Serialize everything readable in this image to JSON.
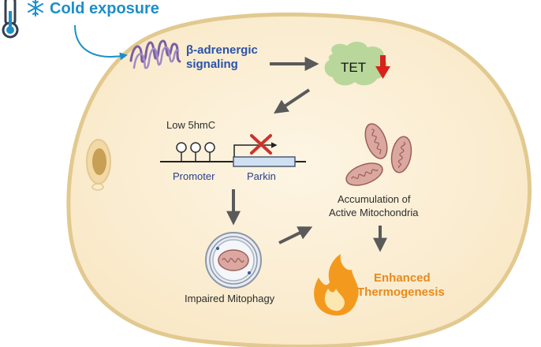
{
  "title": "Cold exposure",
  "signaling": {
    "line1": "β-adrenergic",
    "line2": "signaling"
  },
  "tet": {
    "label": "TET"
  },
  "methylation": {
    "label": "Low 5hmC"
  },
  "gene": {
    "promoter": "Promoter",
    "parkin": "Parkin"
  },
  "mitophagy": {
    "label": "Impaired Mitophagy"
  },
  "accumulation": {
    "line1": "Accumulation of",
    "line2": "Active Mitochondria"
  },
  "thermogenesis": {
    "line1": "Enhanced",
    "line2": "Thermogenesis"
  },
  "colors": {
    "cell_fill": "#fbefd6",
    "cell_border": "#e2c98f",
    "title_blue": "#1b8fc9",
    "signal_blue": "#2b52a8",
    "tet_green": "#b9d79b",
    "down_arrow_red": "#d9221c",
    "cross_red": "#c8352e",
    "mito_fill": "#dba8a1",
    "flame_orange": "#f39a1e",
    "thermo_orange": "#e88a1c",
    "arrow_gray": "#5a5a5a"
  },
  "icons": [
    "thermometer-icon",
    "snowflake-icon",
    "receptor-icon",
    "down-arrow-icon",
    "cross-icon",
    "mitochondrion-icon",
    "autophagosome-icon",
    "flame-icon",
    "nucleus-icon"
  ]
}
